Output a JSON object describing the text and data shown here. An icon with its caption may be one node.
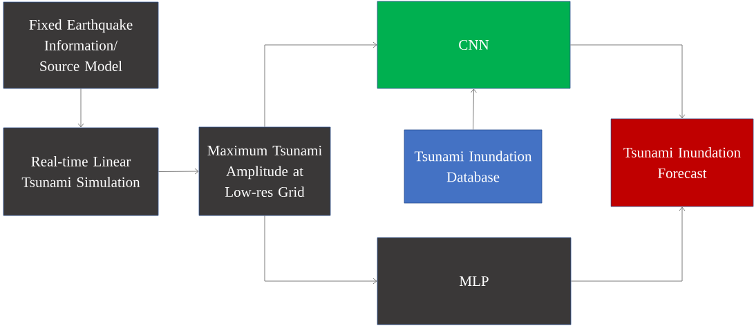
{
  "diagram": {
    "nodes": [
      {
        "text": [
          "Fixed Earthquake Information/ Source Model"
        ]
      },
      {
        "text": [
          "Real-time Linear Tsunami Simulation"
        ]
      },
      {
        "text": [
          "Maximum Tsunami Amplitude at Low-res Grid"
        ]
      },
      {
        "text": [
          "CNN"
        ]
      },
      {
        "text": [
          "Tsunami Inundation Database"
        ]
      },
      {
        "text": [
          "Tsunami Inundation Forecast"
        ]
      },
      {
        "text": [
          "MLP"
        ]
      }
    ],
    "edges": [
      {
        "from": 0,
        "to": 1,
        "arrow": "to"
      },
      {
        "from": 1,
        "to": 2,
        "arrow": "to"
      },
      {
        "from": 2,
        "to": 3,
        "arrow": "to"
      },
      {
        "from": 4,
        "to": 3,
        "arrow": "to"
      },
      {
        "from": 3,
        "to": 5,
        "arrow": "to"
      },
      {
        "from": 2,
        "to": 6,
        "arrow": "to"
      },
      {
        "from": 6,
        "to": 5,
        "arrow": "to"
      }
    ]
  }
}
